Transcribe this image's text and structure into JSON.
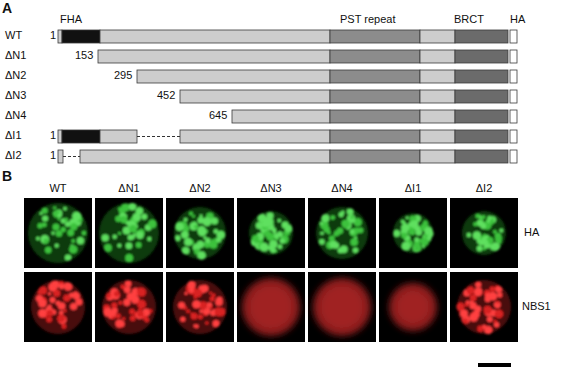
{
  "diagram": {
    "labels": [
      "A",
      "FHA",
      "PST repeat",
      "BRCT",
      "HA",
      "WT",
      "1",
      "ΔN1",
      "153",
      "ΔN2",
      "295",
      "ΔN3",
      "452",
      "ΔN4",
      "645",
      "ΔI1",
      "1",
      "ΔI2",
      "1",
      "B",
      "WT",
      "ΔN1",
      "ΔN2",
      "ΔN3",
      "ΔN4",
      "ΔI1",
      "ΔI2",
      "HA",
      "NBS1"
    ]
  }
}
